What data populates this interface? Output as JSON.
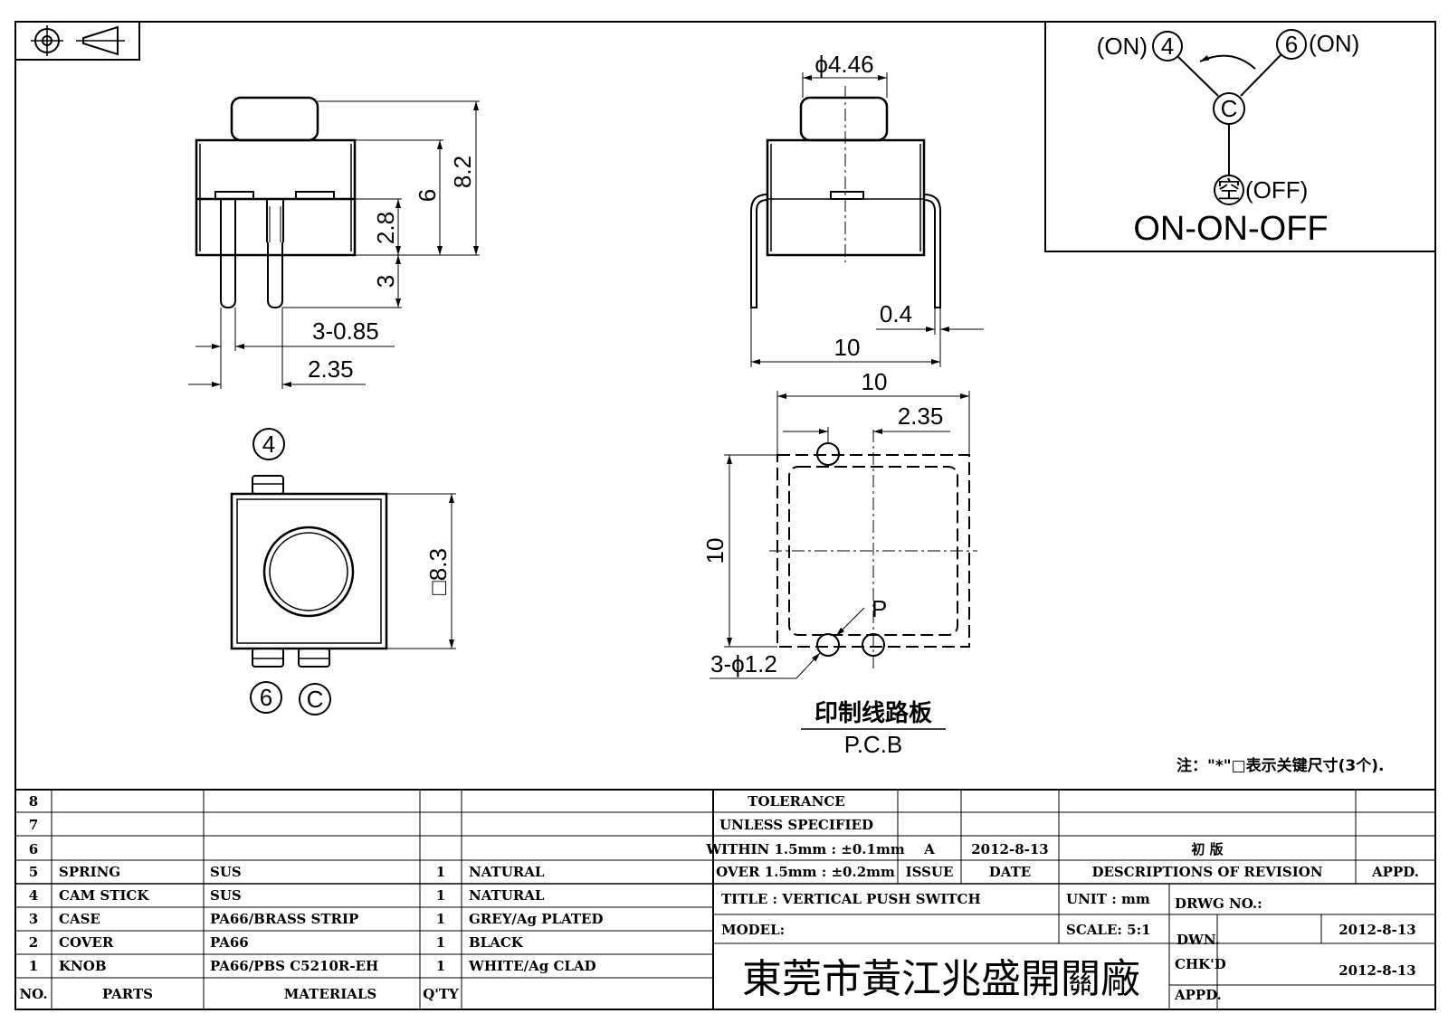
{
  "symbols": {
    "projection": "third-angle-projection-icon"
  },
  "front_view": {
    "dim_height_total": "8.2",
    "dim_height_body": "6",
    "dim_height_base": "2.8",
    "dim_pin_len": "3",
    "dim_pin_width": "3-0.85",
    "dim_pitch": "2.35"
  },
  "side_view": {
    "dim_knob_dia": "ϕ4.46",
    "dim_pin_thick": "0.4",
    "dim_width": "10"
  },
  "top_view": {
    "pin_4": "4",
    "pin_6": "6",
    "pin_c": "C",
    "dim_square": "□8.3"
  },
  "pcb_view": {
    "dim_width": "10",
    "dim_pitch": "2.35",
    "dim_height": "10",
    "dim_holes": "3-ϕ1.2",
    "label_p": "P",
    "caption_cn": "印制线路板",
    "caption_en": "P.C.B"
  },
  "schematic": {
    "on_left": "(ON)",
    "pin_left": "4",
    "pin_right": "6",
    "on_right": "(ON)",
    "center": "C",
    "pin_off": "空",
    "off_label": "(OFF)",
    "mode": "ON-ON-OFF"
  },
  "note": "注：\"*\"□表示关键尺寸(3个).",
  "parts_table": {
    "headers": {
      "no": "NO.",
      "parts": "PARTS",
      "materials": "MATERIALS",
      "qty": "Q'TY"
    },
    "rows": [
      {
        "no": "8",
        "part": "",
        "material": "",
        "qty": "",
        "finish": ""
      },
      {
        "no": "7",
        "part": "",
        "material": "",
        "qty": "",
        "finish": ""
      },
      {
        "no": "6",
        "part": "",
        "material": "",
        "qty": "",
        "finish": ""
      },
      {
        "no": "5",
        "part": "SPRING",
        "material": "SUS",
        "qty": "1",
        "finish": "NATURAL"
      },
      {
        "no": "4",
        "part": "CAM STICK",
        "material": "SUS",
        "qty": "1",
        "finish": "NATURAL"
      },
      {
        "no": "3",
        "part": "CASE",
        "material": "PA66/BRASS STRIP",
        "qty": "1",
        "finish": "GREY/Ag PLATED"
      },
      {
        "no": "2",
        "part": "COVER",
        "material": "PA66",
        "qty": "1",
        "finish": "BLACK"
      },
      {
        "no": "1",
        "part": "KNOB",
        "material": "PA66/PBS C5210R-EH",
        "qty": "1",
        "finish": "WHITE/Ag CLAD"
      }
    ]
  },
  "title_block": {
    "tol_1": "TOLERANCE",
    "tol_2": "UNLESS  SPECIFIED",
    "tol_3": "WITHIN 1.5mm : ±0.1mm",
    "tol_4": "OVER 1.5mm : ±0.2mm",
    "issue_val": "A",
    "date_val": "2012-8-13",
    "desc_val": "初  版",
    "issue_h": "ISSUE",
    "date_h": "DATE",
    "desc_h": "DESCRIPTIONS OF REVISION",
    "appd_h": "APPD.",
    "title": "TITLE :  VERTICAL PUSH SWITCH",
    "unit": "UNIT :  mm",
    "drwg": "DRWG NO.:",
    "model": "MODEL:",
    "scale": "SCALE:  5:1",
    "dwn": "DWN.",
    "dwn_date": "2012-8-13",
    "chkd": "CHK'D",
    "chkd_date": "2012-8-13",
    "appd": "APPD.",
    "company": "東莞市黃江兆盛開關廠"
  }
}
